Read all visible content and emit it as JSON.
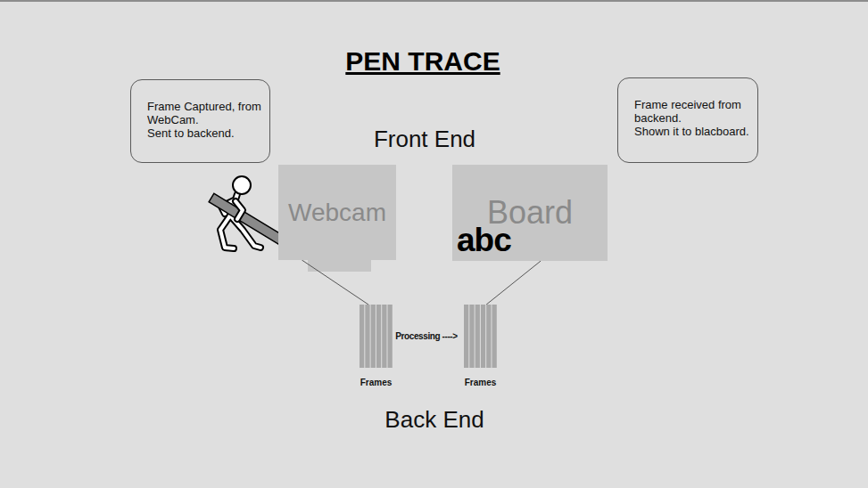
{
  "diagram": {
    "title": "PEN TRACE",
    "nodes": [
      {
        "text": [
          "Frame Captured, from WebCam.",
          "Sent to backend."
        ]
      },
      {
        "text": [
          "Frame received from backend.",
          "Shown it to blacboard."
        ]
      },
      {
        "text": [
          "Webcam"
        ]
      },
      {
        "text": [
          "Board",
          "abc"
        ]
      },
      {
        "text": [
          "Frames"
        ]
      },
      {
        "text": [
          "Frames"
        ]
      }
    ],
    "edges": [
      {
        "from": 2,
        "to": 4,
        "arrow": "none"
      },
      {
        "from": 5,
        "to": 3,
        "arrow": "none"
      }
    ],
    "labels": [
      "Front End",
      "Processing ---->",
      "Back End"
    ]
  }
}
